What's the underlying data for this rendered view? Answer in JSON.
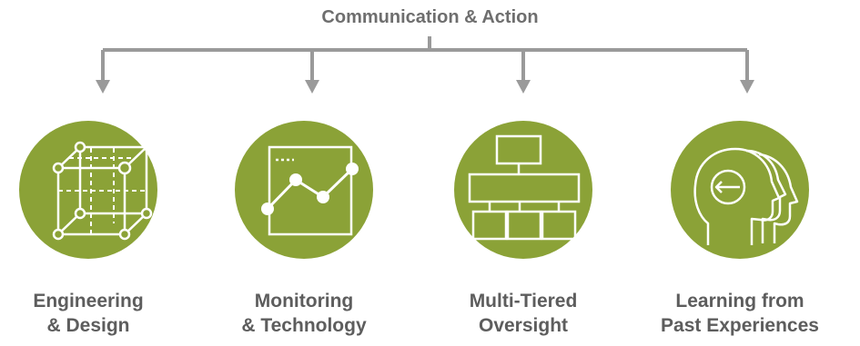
{
  "header": {
    "title": "Communication & Action"
  },
  "colors": {
    "circle": "#8ba237",
    "connector": "#9a9a9a",
    "text": "#5d5d5d",
    "icon_stroke": "#ffffff"
  },
  "items": [
    {
      "line1": "Engineering",
      "line2": "& Design",
      "icon": "cube-icon"
    },
    {
      "line1": "Monitoring",
      "line2": "& Technology",
      "icon": "line-chart-icon"
    },
    {
      "line1": "Multi-Tiered",
      "line2": "Oversight",
      "icon": "org-chart-icon"
    },
    {
      "line1": "Learning from",
      "line2": "Past Experiences",
      "icon": "heads-icon"
    }
  ]
}
